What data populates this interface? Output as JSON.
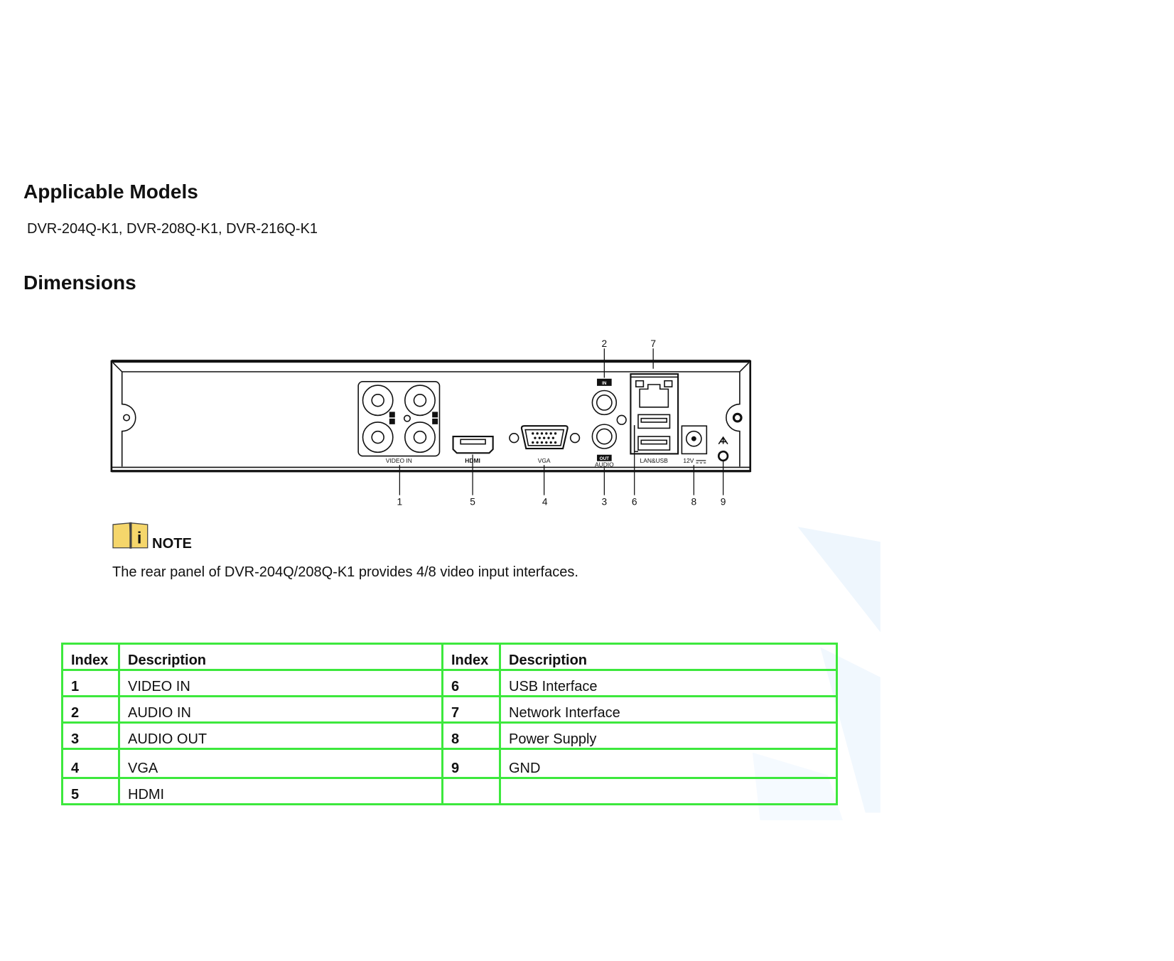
{
  "sections": {
    "models_heading": "Applicable Models",
    "models_text": "DVR-204Q-K1, DVR-208Q-K1, DVR-216Q-K1",
    "dimensions_heading": "Dimensions"
  },
  "diagram": {
    "port_labels": {
      "video_in": "VIDEO IN",
      "hdmi": "HDMI",
      "vga": "VGA",
      "audio_in": "IN",
      "audio_out": "OUT",
      "audio": "AUDIO",
      "lan_usb": "LAN&USB",
      "power": "12V"
    },
    "callouts": {
      "c1": "1",
      "c2": "2",
      "c3": "3",
      "c4": "4",
      "c5": "5",
      "c6": "6",
      "c7": "7",
      "c8": "8",
      "c9": "9"
    }
  },
  "note": {
    "label": "NOTE",
    "text": "The rear panel of DVR-204Q/208Q-K1 provides 4/8 video input interfaces."
  },
  "table": {
    "headers": [
      "Index",
      "Description",
      "Index",
      "Description"
    ],
    "rows": [
      [
        "1",
        "VIDEO IN",
        "6",
        "USB Interface"
      ],
      [
        "2",
        "AUDIO IN",
        "7",
        "Network Interface"
      ],
      [
        "3",
        "AUDIO OUT",
        "8",
        "Power Supply"
      ],
      [
        "4",
        "VGA",
        "9",
        "GND"
      ],
      [
        "5",
        "HDMI",
        "",
        ""
      ]
    ]
  },
  "colors": {
    "table_border": "#3de83d",
    "note_icon": "#f5d66b"
  }
}
